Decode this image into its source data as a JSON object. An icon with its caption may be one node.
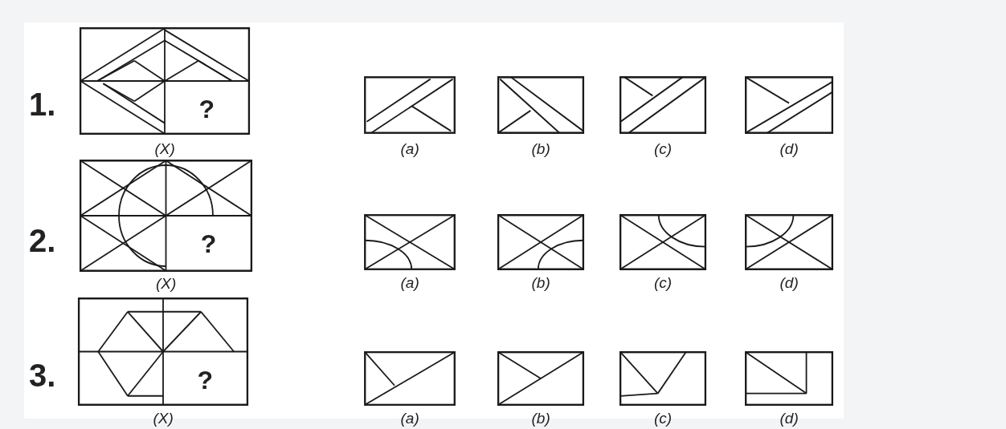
{
  "diagram": {
    "labels": [
      "1.",
      "?",
      "(X)",
      "(a)",
      "(b)",
      "(c)",
      "(d)",
      "2.",
      "?",
      "(X)",
      "(a)",
      "(b)",
      "(c)",
      "(d)",
      "3.",
      "?",
      "(X)",
      "(a)",
      "(b)",
      "(c)",
      "(d)"
    ]
  }
}
